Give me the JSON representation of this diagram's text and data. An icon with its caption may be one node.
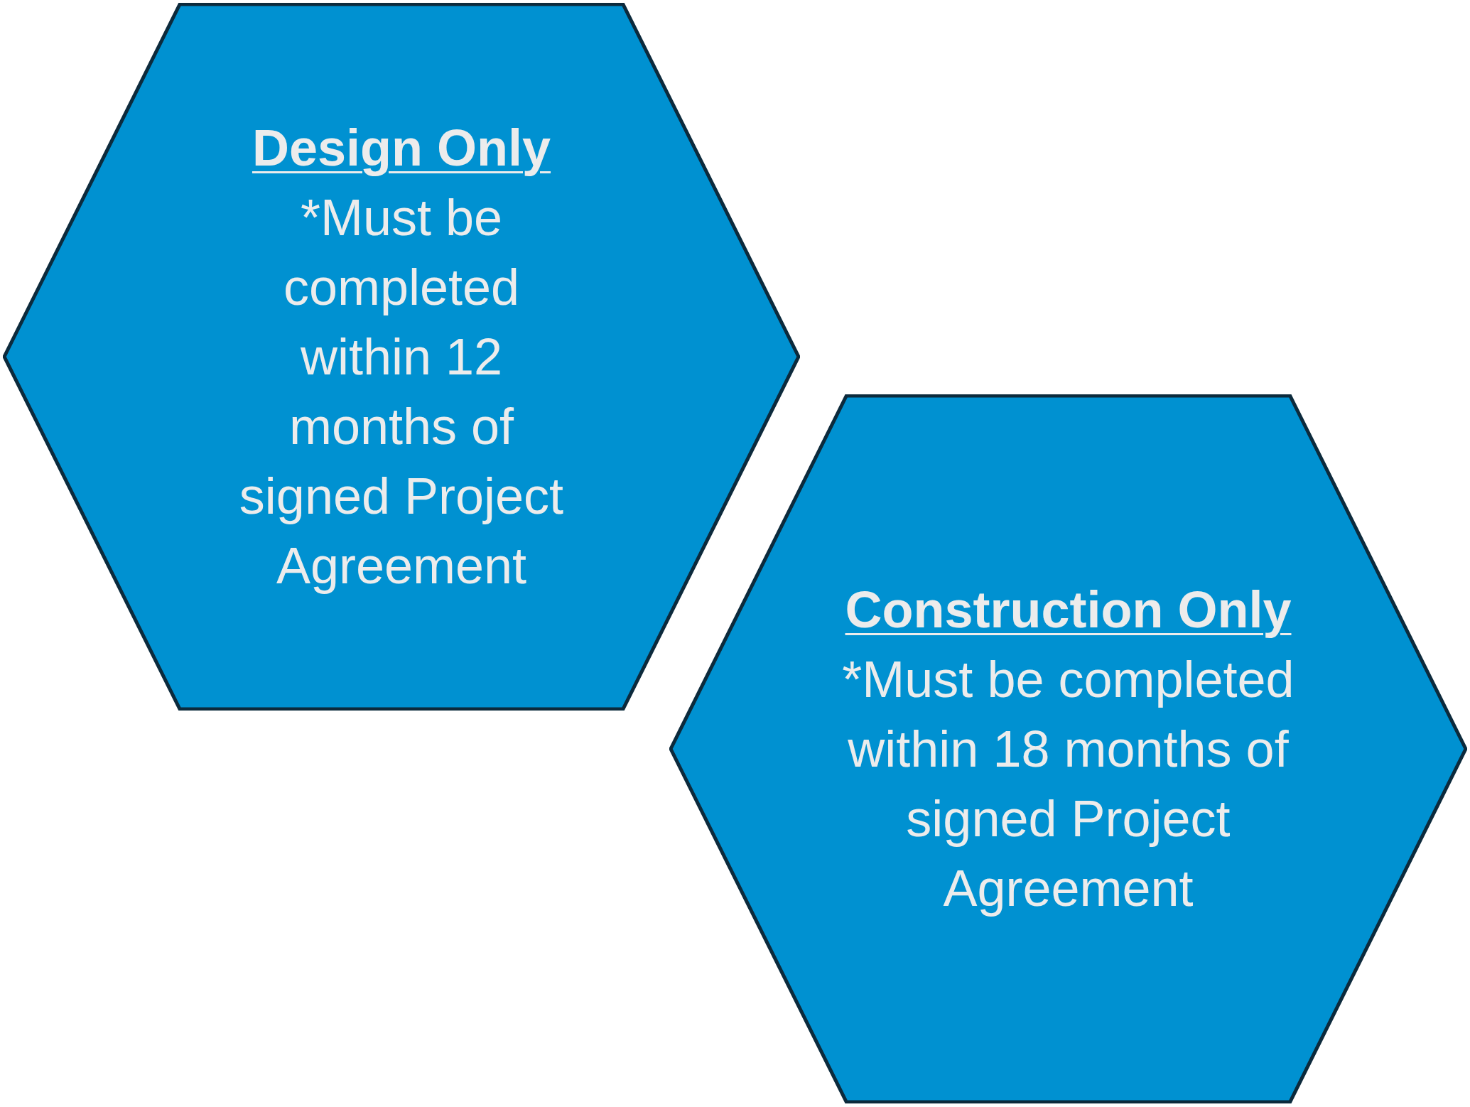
{
  "diagram": {
    "nodes": [
      {
        "text": [
          "Design Only",
          "*Must be completed within 12 months of signed Project Agreement"
        ]
      },
      {
        "text": [
          "Construction Only",
          "*Must be completed within 18 months of signed Project Agreement"
        ]
      }
    ]
  }
}
